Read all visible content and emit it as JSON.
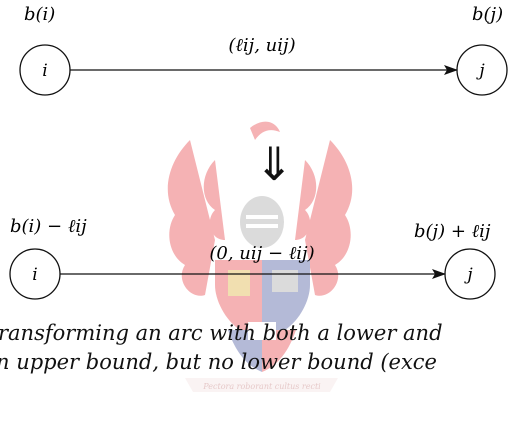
{
  "top": {
    "supply_i": "b(i)",
    "supply_j": "b(j)",
    "node_i": "i",
    "node_j": "j",
    "arc_label": "(ℓij, uij)"
  },
  "transform_arrow": "⇓",
  "bottom": {
    "supply_i": "b(i) − ℓij",
    "supply_j": "b(j) + ℓij",
    "node_i": "i",
    "node_j": "j",
    "arc_label": "(0, uij − ℓij)"
  },
  "caption": {
    "line1": "ransforming an arc with both a lower and",
    "line2": "n upper bound, but no lower bound (exce"
  },
  "watermark": {
    "motto": "Pectora roborant cultus recti",
    "colors": {
      "red": "#e3242b",
      "blue": "#2a3c8f",
      "gold": "#d9a520",
      "grey": "#9a9a9a"
    }
  }
}
